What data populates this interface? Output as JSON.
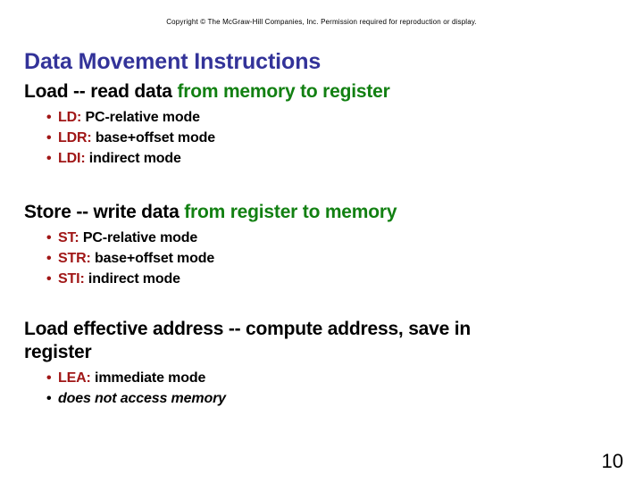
{
  "slide": {
    "copyright": "Copyright © The McGraw-Hill Companies, Inc. Permission required for reproduction or display.",
    "title": "Data Movement Instructions",
    "page_number": "10",
    "colors": {
      "title": "#333399",
      "emphasis_green": "#128012",
      "mnemonic_red": "#a01616",
      "body_black": "#000000",
      "background": "#ffffff"
    },
    "sections": [
      {
        "heading_black": "Load -- read data ",
        "heading_green": "from memory to register",
        "bullets": [
          {
            "mnemonic": "LD:",
            "description": " PC-relative mode",
            "italic": false
          },
          {
            "mnemonic": "LDR:",
            "description": " base+offset mode",
            "italic": false
          },
          {
            "mnemonic": "LDI:",
            "description": " indirect mode",
            "italic": false
          }
        ]
      },
      {
        "heading_black": "Store -- write data ",
        "heading_green": "from register to memory",
        "bullets": [
          {
            "mnemonic": "ST:",
            "description": " PC-relative mode",
            "italic": false
          },
          {
            "mnemonic": "STR:",
            "description": " base+offset mode",
            "italic": false
          },
          {
            "mnemonic": "STI:",
            "description": " indirect mode",
            "italic": false
          }
        ]
      },
      {
        "heading_black": "Load effective address -- compute address, save in register",
        "heading_green": "",
        "bullets": [
          {
            "mnemonic": "LEA:",
            "description": " immediate mode",
            "italic": false
          },
          {
            "mnemonic": "",
            "description": "does not access memory",
            "italic": true
          }
        ]
      }
    ],
    "bullet_glyph": "•"
  }
}
